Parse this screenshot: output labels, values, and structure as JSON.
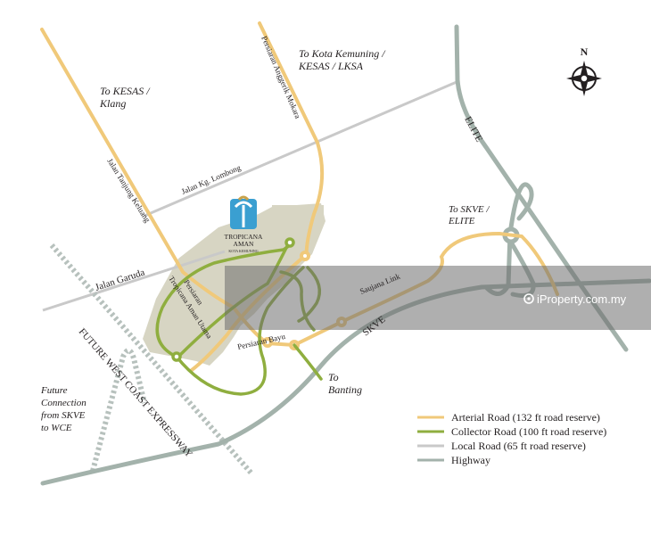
{
  "colors": {
    "arterial": "#f0c97a",
    "collector": "#8fae3f",
    "local": "#c9c9c9",
    "highway": "#a3b2ab",
    "development_area": "#d7d5c3",
    "future_road": "#b7c1bd",
    "watermark_band": "rgba(110,110,110,0.55)",
    "logo_blue": "#3a9fd1",
    "logo_gold": "#c8a24a"
  },
  "compass": {
    "north_label": "N",
    "icon": "compass-rose-icon"
  },
  "logo": {
    "line1": "TROPICANA",
    "line2": "AMAN",
    "line3": "KOTA KEMUNING"
  },
  "labels": {
    "to_kesas_1": "To KESAS /",
    "to_kesas_2": "Klang",
    "to_kota_1": "To Kota Kemuning /",
    "to_kota_2": "KESAS / LKSA",
    "anggerik": "Persiaran Anggerik Mokara",
    "tanjung": "Jalan Tanjung Keluang",
    "kg_lombong": "Jalan Kg. Lombong",
    "garuda": "Jalan Garuda",
    "persiaran_1": "Persiaran",
    "persiaran_2": "Tropicana Aman Utama",
    "bayu": "Persiaran Bayu",
    "saujana": "Saujana Link",
    "skve": "SKVE",
    "elite": "ELITE",
    "to_skve_1": "To SKVE /",
    "to_skve_2": "ELITE",
    "to_banting_1": "To",
    "to_banting_2": "Banting",
    "future_wce": "FUTURE WEST COAST EXPRESSWAY",
    "future_conn_1": "Future",
    "future_conn_2": "Connection",
    "future_conn_3": "from SKVE",
    "future_conn_4": "to WCE"
  },
  "legend": [
    {
      "label": "Arterial Road (132 ft road reserve)",
      "color": "#f0c97a"
    },
    {
      "label": "Collector Road (100 ft road reserve)",
      "color": "#8fae3f"
    },
    {
      "label": "Local Road (65 ft road reserve)",
      "color": "#c9c9c9"
    },
    {
      "label": "Highway",
      "color": "#a3b2ab"
    }
  ],
  "watermark": {
    "text": "iProperty.com.my",
    "icon": "location-pin-icon"
  }
}
